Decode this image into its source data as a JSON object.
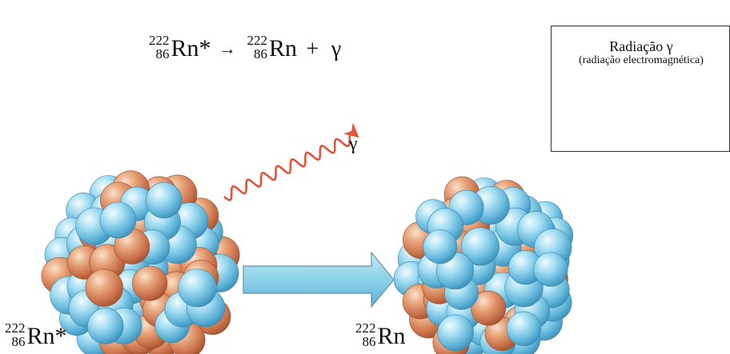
{
  "equation": {
    "reactant": {
      "mass": "222",
      "atomic": "86",
      "symbol": "Rn*"
    },
    "arrow": "→",
    "product": {
      "mass": "222",
      "atomic": "86",
      "symbol": "Rn"
    },
    "plus": "+",
    "gamma": "γ"
  },
  "legend": {
    "title": "Radiação γ",
    "subtitle": "(radiação electromagnética)"
  },
  "emission": {
    "label": "γ"
  },
  "nucleus_excited": {
    "mass": "222",
    "atomic": "86",
    "symbol": "Rn*"
  },
  "nucleus_ground": {
    "mass": "222",
    "atomic": "86",
    "symbol": "Rn"
  },
  "colors": {
    "neutron": "#7cc6e6",
    "proton": "#dd9468",
    "wave": "#e2553a",
    "arrow_fill": "#8fd3ec",
    "arrow_stroke": "#6a8fa6",
    "legend_border": "#333333"
  },
  "icons": {
    "wave": "wavy-arrow",
    "process_arrow": "block-arrow-right"
  }
}
